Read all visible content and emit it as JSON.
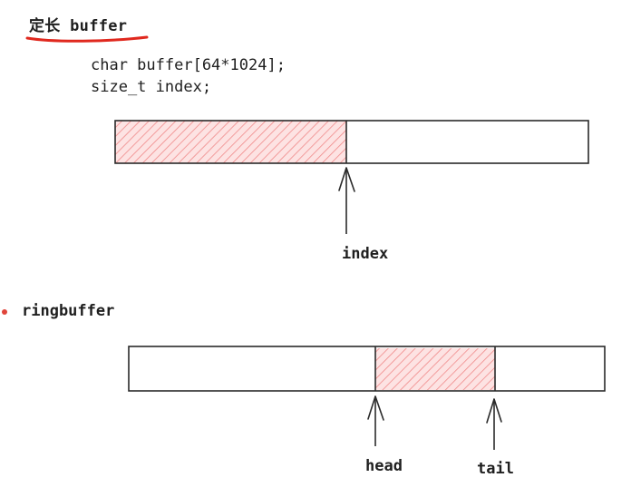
{
  "fixed_buffer": {
    "title": "定长 buffer",
    "code_lines": [
      "char buffer[64*1024];",
      "size_t index;"
    ],
    "pointer_label": "index",
    "filled_fraction": 0.49
  },
  "ring_buffer": {
    "title": "ringbuffer",
    "head_label": "head",
    "tail_label": "tail",
    "filled_start_fraction": 0.52,
    "filled_end_fraction": 0.77
  },
  "colors": {
    "ink": "#2a2a2a",
    "hatch": "#f08a8a",
    "fill": "#fde3e3",
    "underline": "#e0281e",
    "bullet": "#e0453a"
  }
}
